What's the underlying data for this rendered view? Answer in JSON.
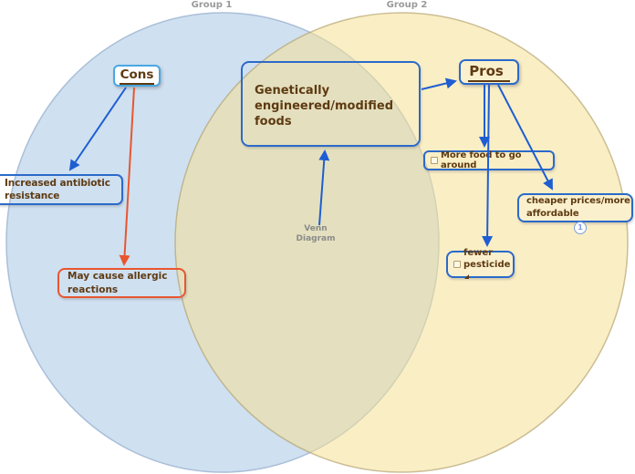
{
  "venn": {
    "group1_label": "Group 1",
    "group2_label": "Group 2",
    "center_label_lines": [
      "Venn",
      "Diagram"
    ]
  },
  "nodes": {
    "topic": {
      "lines": [
        "Genetically",
        "engineered/modified",
        "foods"
      ]
    },
    "cons": {
      "label": "Cons"
    },
    "pros": {
      "label": "Pros"
    },
    "antibiotic": {
      "lines": [
        "Increased antibiotic",
        "resistance"
      ]
    },
    "allergic": {
      "lines": [
        "May cause allergic",
        "reactions"
      ]
    },
    "more_food": {
      "label": "More food to go around",
      "checkbox": "unchecked"
    },
    "cheaper": {
      "lines": [
        "cheaper prices/more",
        "affordable"
      ],
      "badge": "1"
    },
    "pesticide": {
      "lines": [
        "fewer",
        "pesticide"
      ],
      "checkbox": "unchecked"
    }
  },
  "icons": {
    "checkbox": "empty-square-checkbox",
    "autofit_handle": "corner-triangle"
  },
  "colors": {
    "brown_text": "#5e3a12",
    "blue_border": "#2b6ac9",
    "cons_border": "#49a7e2",
    "orange": "#e8562f",
    "arrow_blue": "#1e5ed2",
    "circle1_fill": "#cfe0f1",
    "circle1_stroke": "#aabfd8",
    "circle2_fill": "rgba(245,224,150,0.55)",
    "circle2_stroke": "rgba(176,160,106,0.65)",
    "cream_fill": "#fbf0cd",
    "gray_label": "#9a9a9a",
    "venn_gray": "#8a8a8a",
    "checkbox_border": "#b49e66",
    "badge_blue": "#7b9fdc"
  }
}
